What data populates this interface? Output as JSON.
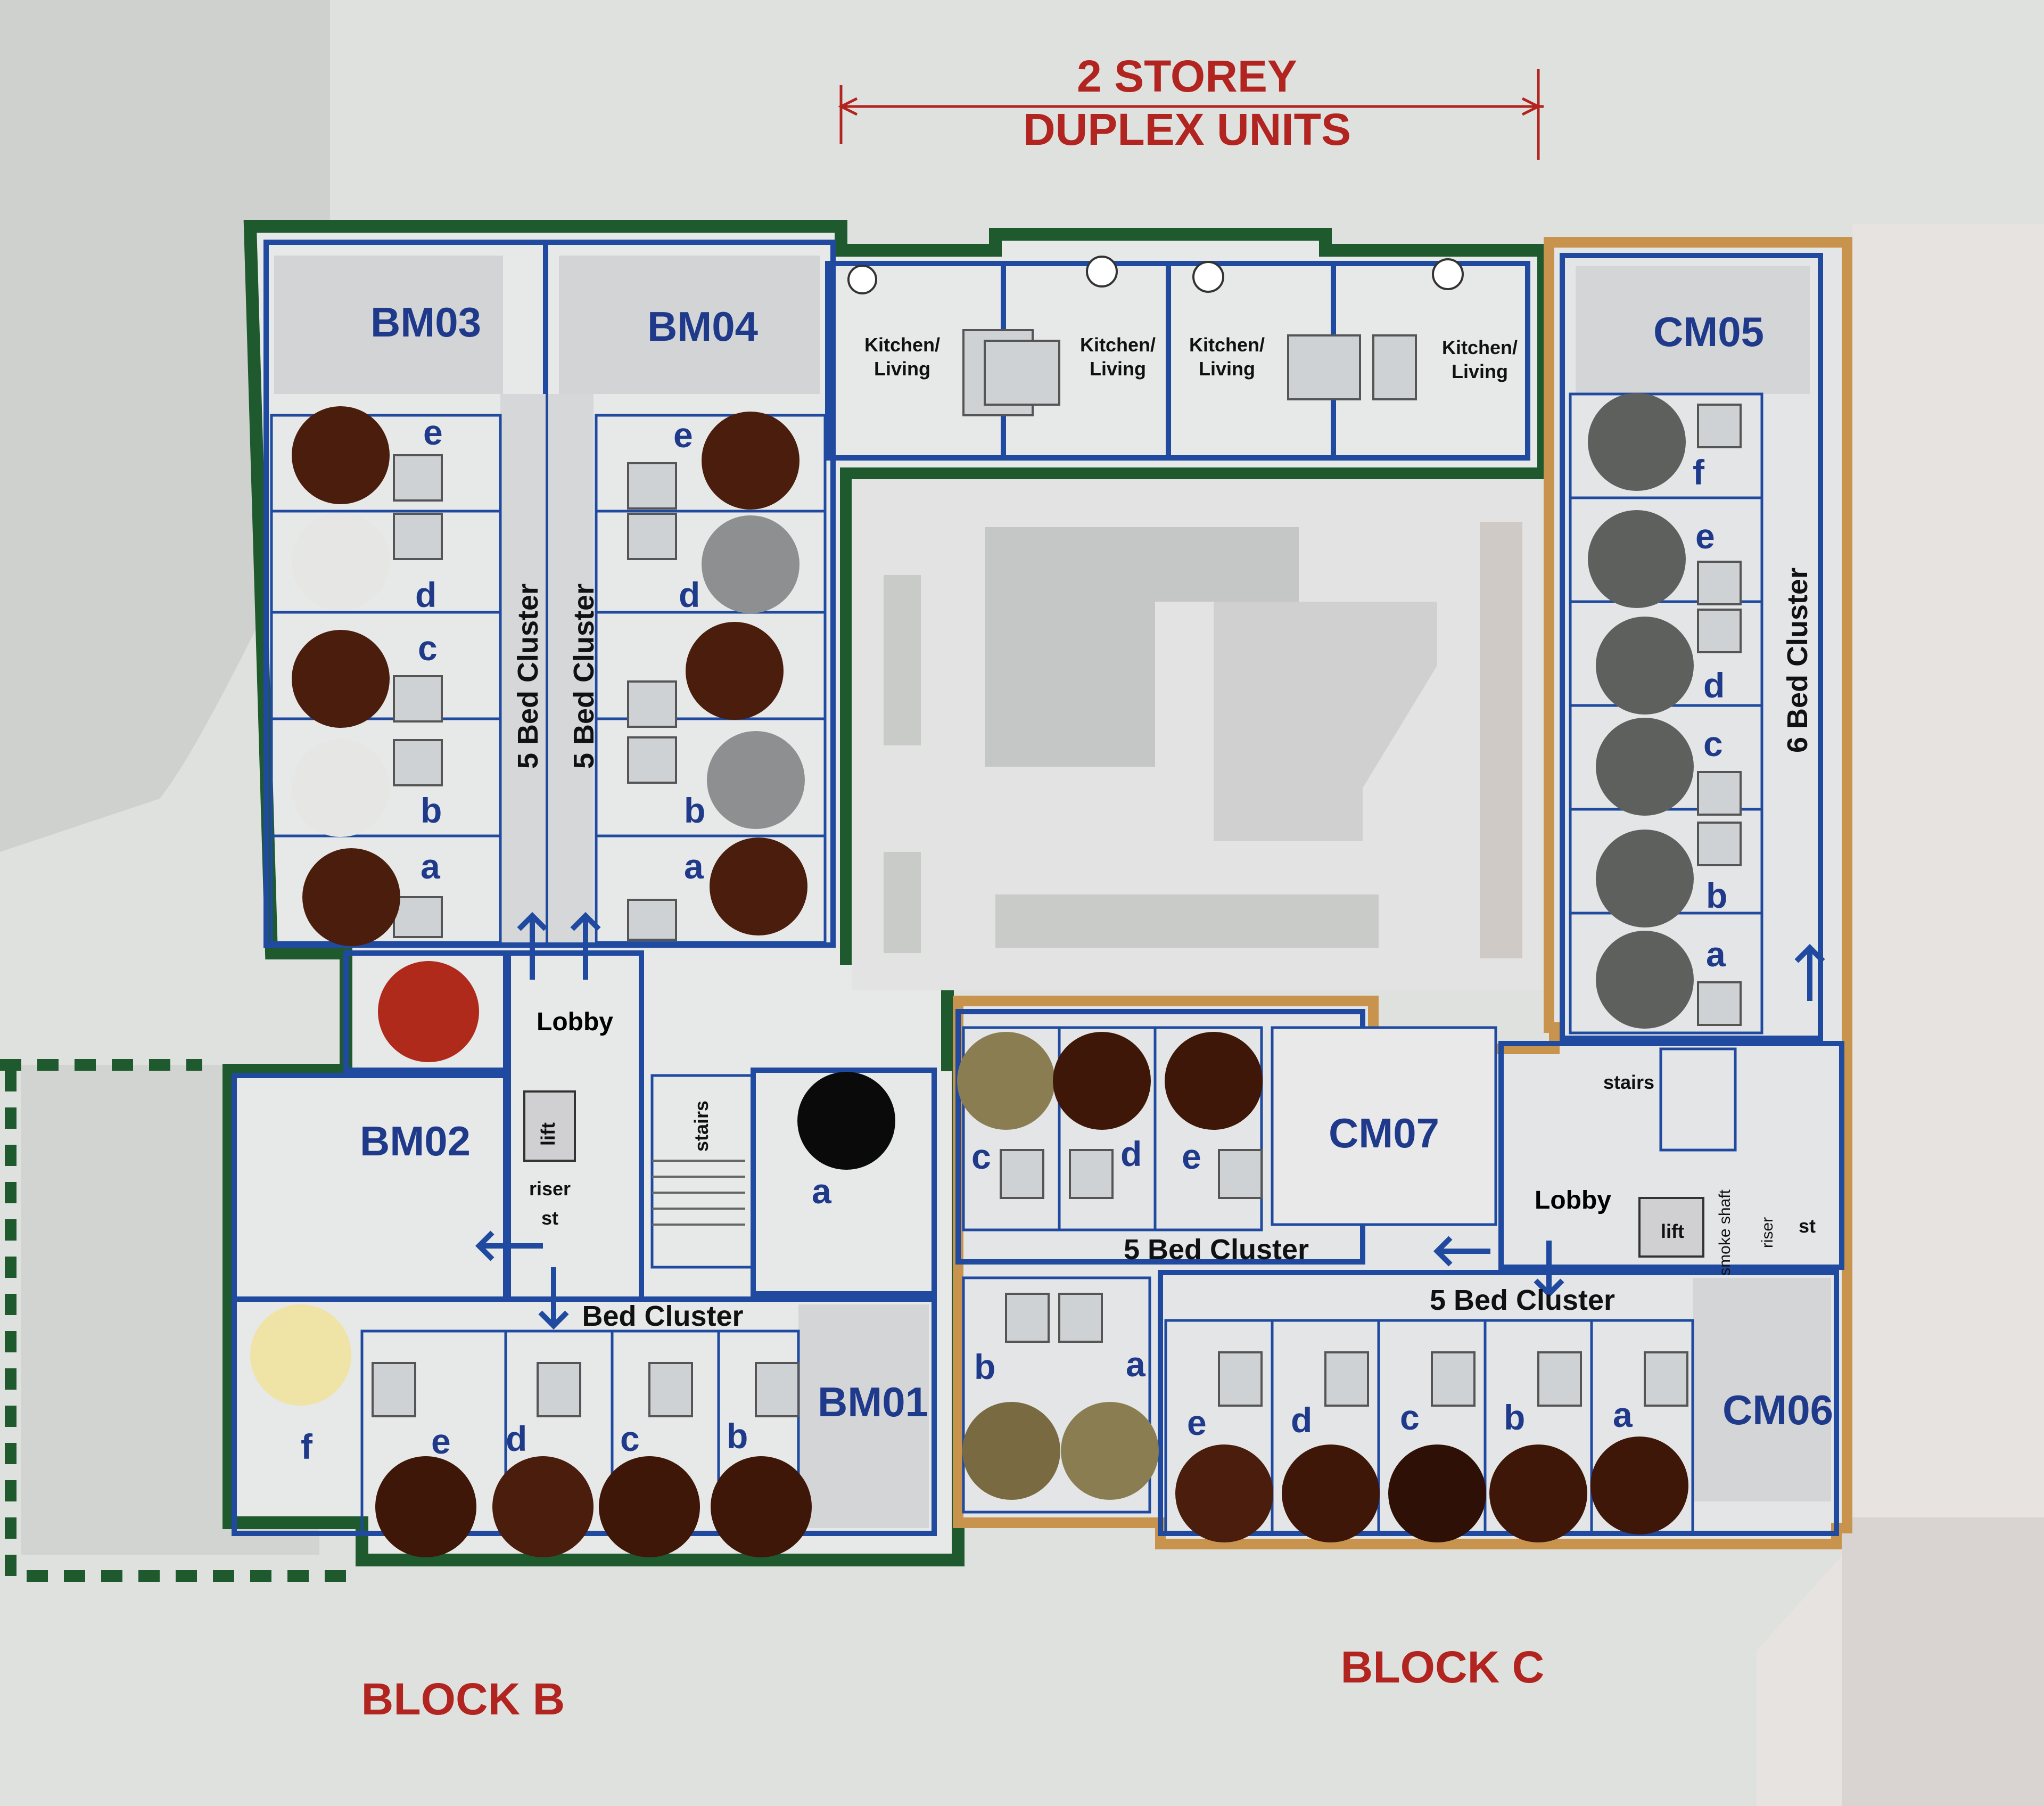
{
  "header": {
    "line1": "2 STOREY",
    "line2": "DUPLEX UNITS"
  },
  "blocks": {
    "b": "BLOCK B",
    "c": "BLOCK C"
  },
  "units": {
    "bm01": "BM01",
    "bm02": "BM02",
    "bm03": "BM03",
    "bm04": "BM04",
    "cm05": "CM05",
    "cm06": "CM06",
    "cm07": "CM07"
  },
  "clusters": {
    "bm03": "5 Bed Cluster",
    "bm04": "5 Bed Cluster",
    "cm05": "6 Bed Cluster",
    "cm07": "5 Bed Cluster",
    "cm06": "5 Bed Cluster",
    "bm01": "Bed Cluster"
  },
  "duplex_label": "Kitchen/ Living",
  "duplex_label_line1": "Kitchen/",
  "duplex_label_line2": "Living",
  "core_b": {
    "lobby": "Lobby",
    "lift": "lift",
    "riser": "riser",
    "st": "st",
    "stairs": "stairs"
  },
  "core_c": {
    "lobby": "Lobby",
    "lift": "lift",
    "smoke": "smoke shaft",
    "riser": "riser",
    "st": "st",
    "stairs": "stairs"
  },
  "room_letters": [
    "a",
    "b",
    "c",
    "d",
    "e",
    "f"
  ],
  "markers": {
    "colors": {
      "dark_brown": "#4a1d0c",
      "brown": "#5a2a14",
      "grey": "#8e8f90",
      "dark_grey": "#5e605e",
      "white": "#e6e6e4",
      "olive": "#8a7d52",
      "cream": "#efe4a6",
      "red": "#b02a1c",
      "black": "#0a0a0a"
    }
  },
  "colors": {
    "block_b_outline": "#1e5a2d",
    "block_c_outline": "#c8944d",
    "plan_lines": "#1f4aa0",
    "label_red": "#b1241f"
  }
}
